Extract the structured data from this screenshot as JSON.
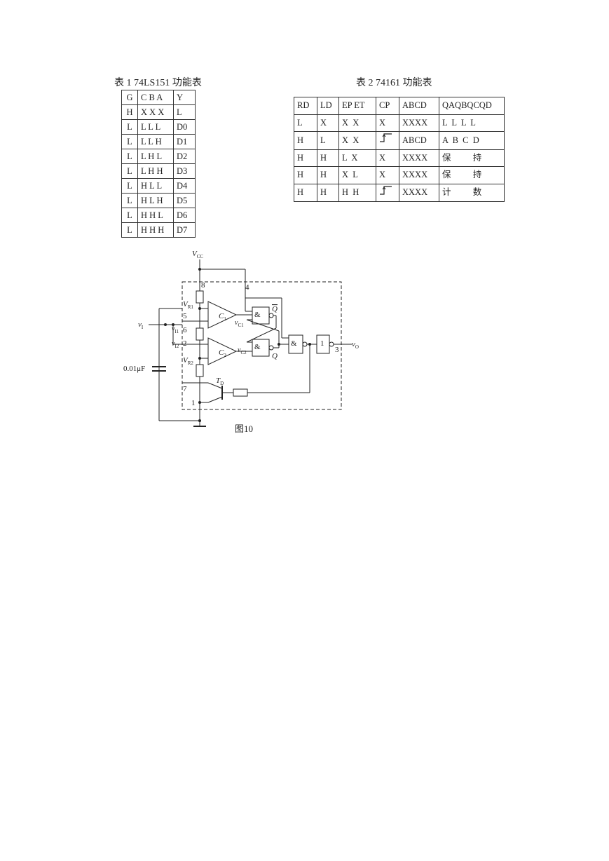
{
  "table1": {
    "caption": "表 1 74LS151 功能表",
    "header": [
      "G",
      "C B A",
      "Y"
    ],
    "rows": [
      [
        "H",
        "X X X",
        "L"
      ],
      [
        "L",
        "L L L",
        "D0"
      ],
      [
        "L",
        "L L H",
        "D1"
      ],
      [
        "L",
        "L H L",
        "D2"
      ],
      [
        "L",
        "L H H",
        "D3"
      ],
      [
        "L",
        "H L L",
        "D4"
      ],
      [
        "L",
        "H L H",
        "D5"
      ],
      [
        "L",
        "H H L",
        "D6"
      ],
      [
        "L",
        "H H H",
        "D7"
      ]
    ]
  },
  "table2": {
    "caption": "表 2 74161 功能表",
    "header": [
      "RD",
      "LD",
      "EP ET",
      "CP",
      "ABCD",
      "QAQBQCQD"
    ],
    "rows": [
      [
        "L",
        "X",
        "X  X",
        "X",
        "XXXX",
        "L  L  L  L"
      ],
      [
        "H",
        "L",
        "X  X",
        "rising-edge",
        "ABCD",
        "A  B  C  D"
      ],
      [
        "H",
        "H",
        "L  X",
        "X",
        "XXXX",
        "保          持"
      ],
      [
        "H",
        "H",
        "X  L",
        "X",
        "XXXX",
        "保          持"
      ],
      [
        "H",
        "H",
        "H  H",
        "rising-edge",
        "XXXX",
        "计          数"
      ]
    ]
  },
  "circuit": {
    "caption": "图10",
    "vcc_label": "V",
    "vcc_sub": "CC",
    "pins": [
      "8",
      "4",
      "5",
      "6",
      "2",
      "7",
      "1",
      "3"
    ],
    "vr1": "V",
    "vr1_sub": "R1",
    "vr2": "V",
    "vr2_sub": "R2",
    "vi": "v",
    "vi_sub": "I",
    "vi1": "v",
    "vi1_sub": "I1",
    "vi2": "v",
    "vi2_sub": "I2",
    "vc1": "v",
    "vc1_sub": "C1",
    "vc2": "v",
    "vc2_sub": "C2",
    "vo": "v",
    "vo_sub": "O",
    "c1": "C",
    "c1_sub": "1",
    "c2": "C",
    "c2_sub": "2",
    "td": "T",
    "td_sub": "D",
    "cap_label": "0.01μF",
    "and_symbol": "&",
    "not_symbol": "1",
    "q": "Q",
    "qbar": "Q"
  }
}
